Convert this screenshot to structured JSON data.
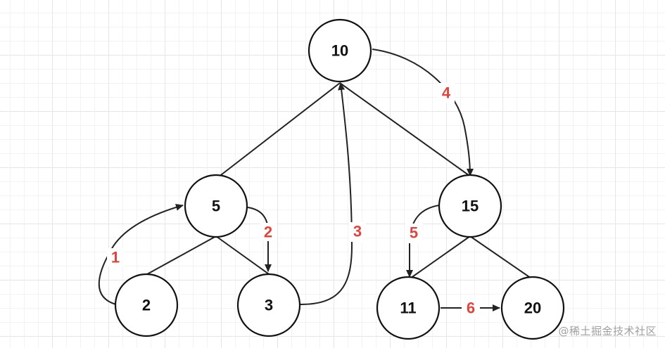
{
  "nodes": [
    {
      "id": "n10",
      "label": "10"
    },
    {
      "id": "n5",
      "label": "5"
    },
    {
      "id": "n15",
      "label": "15"
    },
    {
      "id": "n2",
      "label": "2"
    },
    {
      "id": "n3",
      "label": "3"
    },
    {
      "id": "n11",
      "label": "11"
    },
    {
      "id": "n20",
      "label": "20"
    }
  ],
  "tree_edges": [
    {
      "from": "n10",
      "to": "n5"
    },
    {
      "from": "n10",
      "to": "n15"
    },
    {
      "from": "n5",
      "to": "n2"
    },
    {
      "from": "n5",
      "to": "n3"
    },
    {
      "from": "n15",
      "to": "n11"
    },
    {
      "from": "n15",
      "to": "n20"
    }
  ],
  "traversal_steps": [
    {
      "label": "1",
      "from": "n2",
      "to": "n5"
    },
    {
      "label": "2",
      "from": "n5",
      "to": "n3"
    },
    {
      "label": "3",
      "from": "n3",
      "to": "n10"
    },
    {
      "label": "4",
      "from": "n10",
      "to": "n15"
    },
    {
      "label": "5",
      "from": "n15",
      "to": "n11"
    },
    {
      "label": "6",
      "from": "n11",
      "to": "n20"
    }
  ],
  "colors": {
    "step_label": "#e0443c",
    "edge": "#222222"
  },
  "watermark": "@稀土掘金技术社区"
}
